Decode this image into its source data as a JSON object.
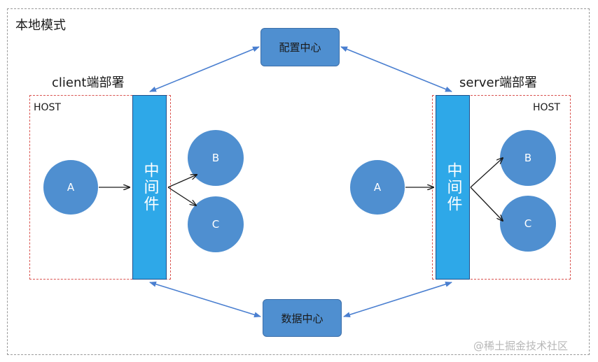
{
  "title": "本地模式",
  "client": {
    "heading": "client端部署",
    "host_label": "HOST",
    "middleware": "中间件",
    "node_a": "A",
    "node_b": "B",
    "node_c": "C"
  },
  "server": {
    "heading": "server端部署",
    "host_label": "HOST",
    "middleware": "中间件",
    "node_a": "A",
    "node_b": "B",
    "node_c": "C"
  },
  "config_center": "配置中心",
  "data_center": "数据中心",
  "watermark": "@稀土掘金技术社区",
  "colors": {
    "node": "#4f8fd0",
    "middleware": "#2ea8e8",
    "host_border": "#d9534f",
    "link": "#4a7fd0"
  }
}
